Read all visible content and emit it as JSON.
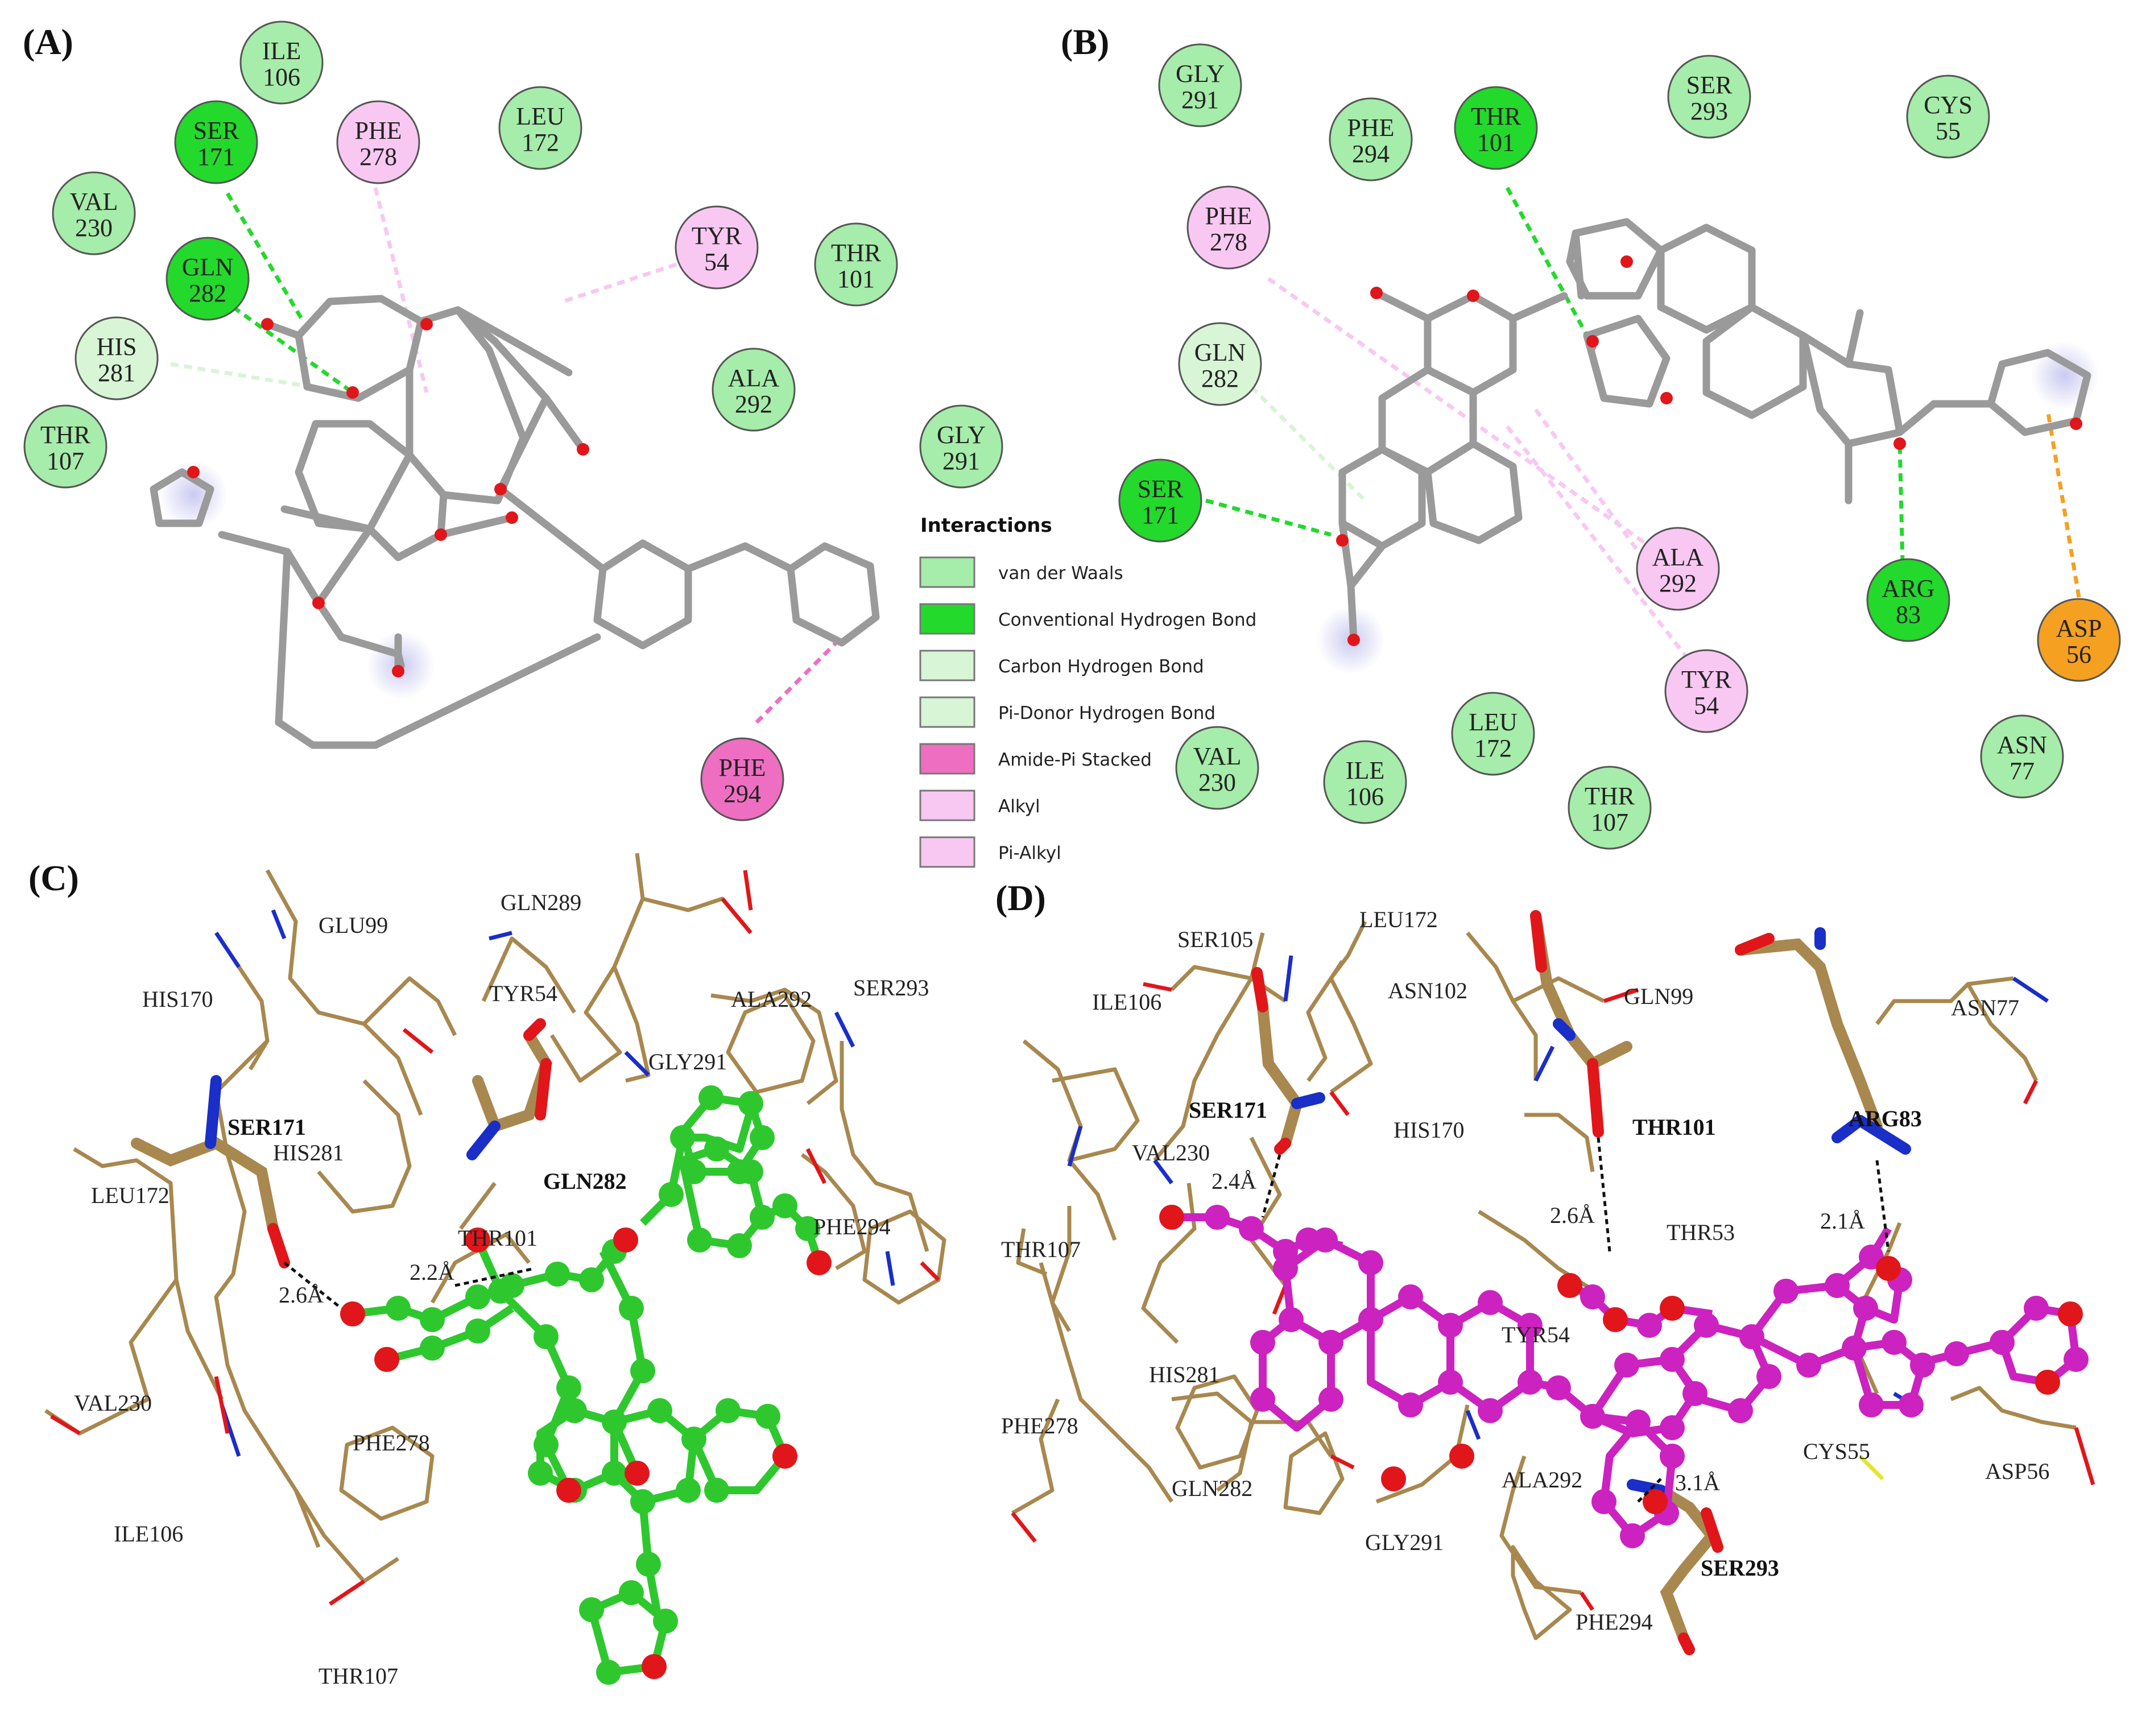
{
  "panels": {
    "A": {
      "label": "(A)"
    },
    "B": {
      "label": "(B)"
    },
    "C": {
      "label": "(C)"
    },
    "D": {
      "label": "(D)"
    }
  },
  "colors": {
    "vdw": "#a6ecaa",
    "hbond": "#23d92c",
    "chbond": "#d8f5d6",
    "pidonor": "#d8f5d6",
    "amidepi": "#ee6fc1",
    "alkyl": "#f8c8f2",
    "pialkyl": "#f8c8f2",
    "pisigma": "#f5a020",
    "carbon_A": "#9a9a9a",
    "oxygen": "#e0161b",
    "ligand_C": "#2ec82e",
    "ligand_D": "#cc22c0",
    "protein": "#a8884f",
    "nitrogen": "#1a2ec8"
  },
  "legend": {
    "title": "Interactions",
    "items": [
      {
        "label": "van der Waals",
        "color_key": "vdw"
      },
      {
        "label": "Conventional Hydrogen Bond",
        "color_key": "hbond"
      },
      {
        "label": "Carbon Hydrogen Bond",
        "color_key": "chbond"
      },
      {
        "label": "Pi-Donor Hydrogen Bond",
        "color_key": "pidonor"
      },
      {
        "label": "Amide-Pi Stacked",
        "color_key": "amidepi"
      },
      {
        "label": "Alkyl",
        "color_key": "alkyl"
      },
      {
        "label": "Pi-Alkyl",
        "color_key": "pialkyl"
      }
    ]
  },
  "panelA": {
    "residues": [
      {
        "name": "ILE",
        "num": "106",
        "type": "vdw"
      },
      {
        "name": "SER",
        "num": "171",
        "type": "hbond"
      },
      {
        "name": "PHE",
        "num": "278",
        "type": "alkyl"
      },
      {
        "name": "LEU",
        "num": "172",
        "type": "vdw"
      },
      {
        "name": "VAL",
        "num": "230",
        "type": "vdw"
      },
      {
        "name": "TYR",
        "num": "54",
        "type": "alkyl"
      },
      {
        "name": "GLN",
        "num": "282",
        "type": "hbond"
      },
      {
        "name": "THR",
        "num": "101",
        "type": "vdw"
      },
      {
        "name": "HIS",
        "num": "281",
        "type": "chbond"
      },
      {
        "name": "ALA",
        "num": "292",
        "type": "vdw"
      },
      {
        "name": "THR",
        "num": "107",
        "type": "vdw"
      },
      {
        "name": "GLY",
        "num": "291",
        "type": "vdw"
      },
      {
        "name": "PHE",
        "num": "294",
        "type": "amidepi"
      }
    ]
  },
  "panelB": {
    "residues": [
      {
        "name": "GLY",
        "num": "291",
        "type": "vdw"
      },
      {
        "name": "SER",
        "num": "293",
        "type": "vdw"
      },
      {
        "name": "PHE",
        "num": "294",
        "type": "vdw"
      },
      {
        "name": "THR",
        "num": "101",
        "type": "hbond"
      },
      {
        "name": "CYS",
        "num": "55",
        "type": "vdw"
      },
      {
        "name": "PHE",
        "num": "278",
        "type": "alkyl"
      },
      {
        "name": "GLN",
        "num": "282",
        "type": "chbond"
      },
      {
        "name": "SER",
        "num": "171",
        "type": "hbond"
      },
      {
        "name": "ALA",
        "num": "292",
        "type": "alkyl"
      },
      {
        "name": "ARG",
        "num": "83",
        "type": "hbond"
      },
      {
        "name": "ASP",
        "num": "56",
        "type": "pisigma"
      },
      {
        "name": "TYR",
        "num": "54",
        "type": "alkyl"
      },
      {
        "name": "LEU",
        "num": "172",
        "type": "vdw"
      },
      {
        "name": "VAL",
        "num": "230",
        "type": "vdw"
      },
      {
        "name": "ILE",
        "num": "106",
        "type": "vdw"
      },
      {
        "name": "ASN",
        "num": "77",
        "type": "vdw"
      },
      {
        "name": "THR",
        "num": "107",
        "type": "vdw"
      }
    ]
  },
  "panelC": {
    "labels": [
      {
        "text": "GLU99",
        "bold": false
      },
      {
        "text": "GLN289",
        "bold": false
      },
      {
        "text": "HIS170",
        "bold": false
      },
      {
        "text": "TYR54",
        "bold": false
      },
      {
        "text": "ALA292",
        "bold": false
      },
      {
        "text": "SER293",
        "bold": false
      },
      {
        "text": "GLY291",
        "bold": false
      },
      {
        "text": "SER171",
        "bold": true
      },
      {
        "text": "HIS281",
        "bold": false
      },
      {
        "text": "GLN282",
        "bold": true
      },
      {
        "text": "LEU172",
        "bold": false
      },
      {
        "text": "THR101",
        "bold": false
      },
      {
        "text": "2.2Å",
        "bold": false
      },
      {
        "text": "2.6Å",
        "bold": false
      },
      {
        "text": "PHE294",
        "bold": false
      },
      {
        "text": "VAL230",
        "bold": false
      },
      {
        "text": "PHE278",
        "bold": false
      },
      {
        "text": "ILE106",
        "bold": false
      },
      {
        "text": "THR107",
        "bold": false
      }
    ]
  },
  "panelD": {
    "labels": [
      {
        "text": "LEU172",
        "bold": false
      },
      {
        "text": "SER105",
        "bold": false
      },
      {
        "text": "ASN102",
        "bold": false
      },
      {
        "text": "GLN99",
        "bold": false
      },
      {
        "text": "ASN77",
        "bold": false
      },
      {
        "text": "ILE106",
        "bold": false
      },
      {
        "text": "SER171",
        "bold": true
      },
      {
        "text": "HIS170",
        "bold": false
      },
      {
        "text": "THR101",
        "bold": true
      },
      {
        "text": "ARG83",
        "bold": true
      },
      {
        "text": "VAL230",
        "bold": false
      },
      {
        "text": "2.4Å",
        "bold": false
      },
      {
        "text": "2.6Å",
        "bold": false
      },
      {
        "text": "2.1Å",
        "bold": false
      },
      {
        "text": "THR53",
        "bold": false
      },
      {
        "text": "THR107",
        "bold": false
      },
      {
        "text": "TYR54",
        "bold": false
      },
      {
        "text": "HIS281",
        "bold": false
      },
      {
        "text": "PHE278",
        "bold": false
      },
      {
        "text": "CYS55",
        "bold": false
      },
      {
        "text": "ASP56",
        "bold": false
      },
      {
        "text": "GLN282",
        "bold": false
      },
      {
        "text": "ALA292",
        "bold": false
      },
      {
        "text": "3.1Å",
        "bold": false
      },
      {
        "text": "GLY291",
        "bold": false
      },
      {
        "text": "SER293",
        "bold": true
      },
      {
        "text": "PHE294",
        "bold": false
      }
    ]
  }
}
